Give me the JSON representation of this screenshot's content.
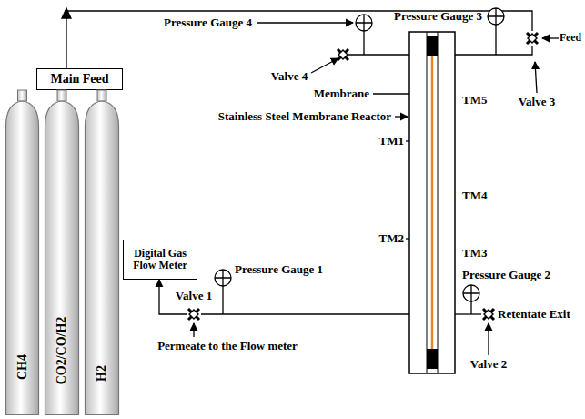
{
  "diagram": {
    "nodes": [
      {
        "text": [
          "Main Feed"
        ]
      },
      {
        "text": [
          "Digital Gas Flow Meter"
        ]
      },
      {
        "text": [
          "CH4"
        ]
      },
      {
        "text": [
          "CO2/CO/H2"
        ]
      },
      {
        "text": [
          "H2"
        ]
      }
    ],
    "labels": [
      "Pressure Gauge 4",
      "Pressure Gauge 3",
      "Valve 4",
      "Membrane",
      "TM5",
      "Feed",
      "Valve 3",
      "TM1",
      "Stainless Steel Membrane Reactor",
      "TM4",
      "TM2",
      "Pressure Gauge 1",
      "Pressure Gauge 2",
      "TM3",
      "Valve 1",
      "Retentate Exit",
      "Valve 2",
      "Permeate to the Flow meter"
    ]
  }
}
